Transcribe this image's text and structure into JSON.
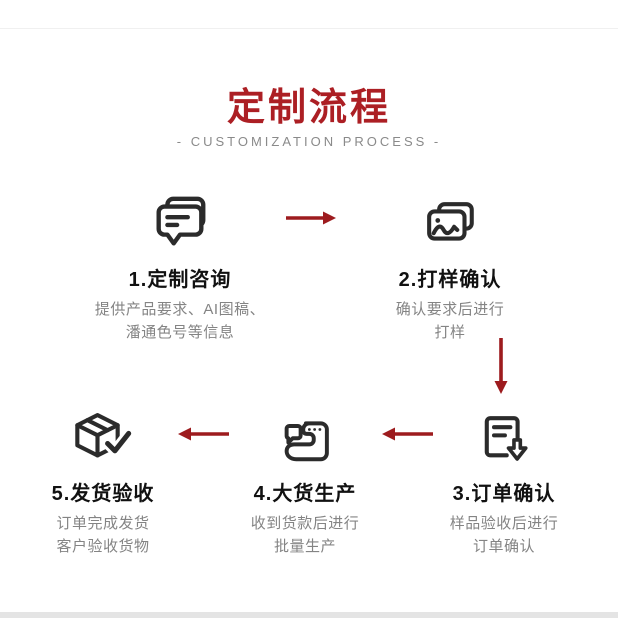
{
  "page": {
    "title": "定制流程",
    "subtitle": "- CUSTOMIZATION PROCESS -"
  },
  "colors": {
    "title_red": "#AC1F24",
    "arrow_red": "#9D1B1E",
    "icon_dark": "#2B2B2B",
    "step_title_color": "#111111",
    "desc_gray": "#848484",
    "subtitle_gray": "#8A8A8A"
  },
  "steps": [
    {
      "icon": "chat-icon",
      "title": "1.定制咨询",
      "desc": [
        "提供产品要求、AI图稿、",
        "潘通色号等信息"
      ]
    },
    {
      "icon": "image-icon",
      "title": "2.打样确认",
      "desc": [
        "确认要求后进行",
        "打样"
      ]
    },
    {
      "icon": "order-download-icon",
      "title": "3.订单确认",
      "desc": [
        "样品验收后进行",
        "订单确认"
      ]
    },
    {
      "icon": "sewing-machine-icon",
      "title": "4.大货生产",
      "desc": [
        "收到货款后进行",
        "批量生产"
      ]
    },
    {
      "icon": "package-check-icon",
      "title": "5.发货验收",
      "desc": [
        "订单完成发货",
        "客户验收货物"
      ]
    }
  ],
  "arrows": [
    {
      "direction": "right",
      "from": "step-1",
      "to": "step-2"
    },
    {
      "direction": "down",
      "from": "step-2",
      "to": "step-3"
    },
    {
      "direction": "left",
      "from": "step-3",
      "to": "step-4"
    },
    {
      "direction": "left",
      "from": "step-4",
      "to": "step-5"
    }
  ]
}
